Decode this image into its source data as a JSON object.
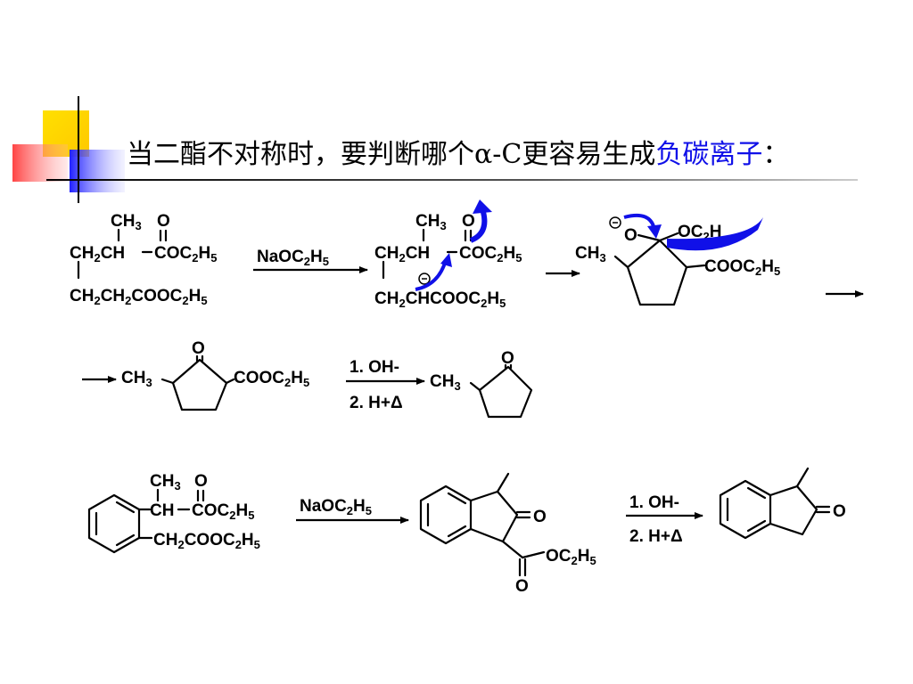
{
  "title": {
    "part1": "当二酯不对称时，要判断哪个",
    "alpha": "α-C",
    "part2": "更容易生成",
    "highlight": "负碳离子",
    "end": "："
  },
  "colors": {
    "highlight": "#1010e8",
    "arrow_blue": "#1010e8",
    "deco_yellow": "#ffd700",
    "deco_red": "#ff4040",
    "deco_blue": "#3333ff"
  },
  "reaction1": {
    "reagent": "NaOC2H5",
    "step1": "1. OH-",
    "step2": "2. H+Δ"
  },
  "reaction2": {
    "reagent": "NaOC2H5",
    "step1": "1. OH-",
    "step2": "2. H+Δ"
  },
  "icons": [
    "negative-charge-icon",
    "curved-arrow-icon"
  ]
}
